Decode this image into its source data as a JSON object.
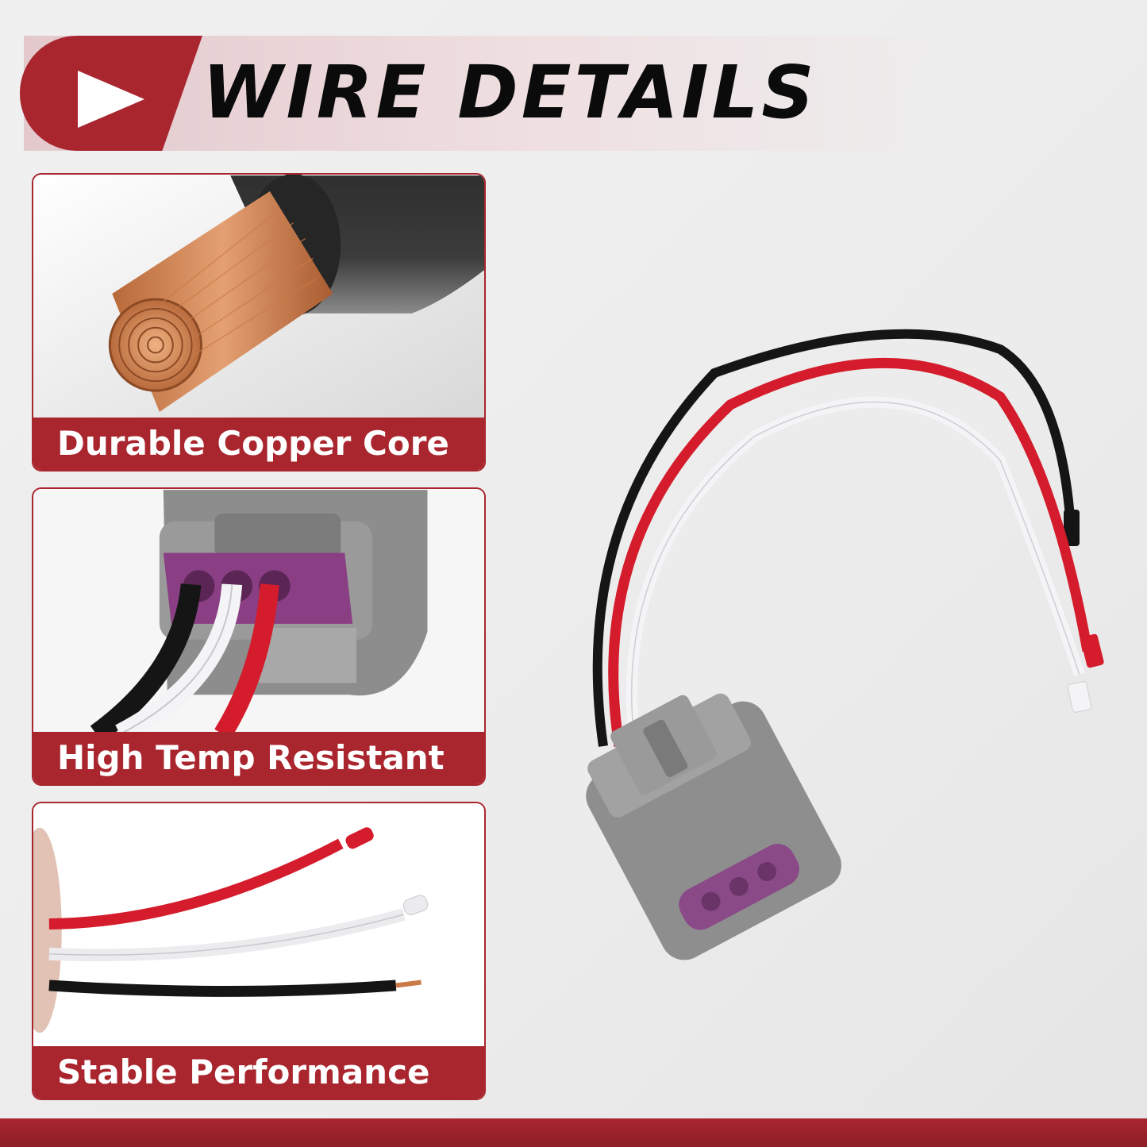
{
  "header": {
    "title": "WIRE DETAILS",
    "icon": "play-icon",
    "accent_color": "#a9262f"
  },
  "features": [
    {
      "label": "Durable Copper Core",
      "icon": "copper-wire-illustration"
    },
    {
      "label": "High Temp Resistant",
      "icon": "connector-closeup-illustration"
    },
    {
      "label": "Stable Performance",
      "icon": "wire-ends-illustration"
    }
  ],
  "product": {
    "icon": "wiring-harness-connector-illustration"
  },
  "colors": {
    "wire_red": "#d41c2c",
    "wire_white": "#f2f2f4",
    "wire_black": "#151515",
    "housing_gray": "#8e8e8e",
    "seal_purple": "#8c4a8a"
  }
}
